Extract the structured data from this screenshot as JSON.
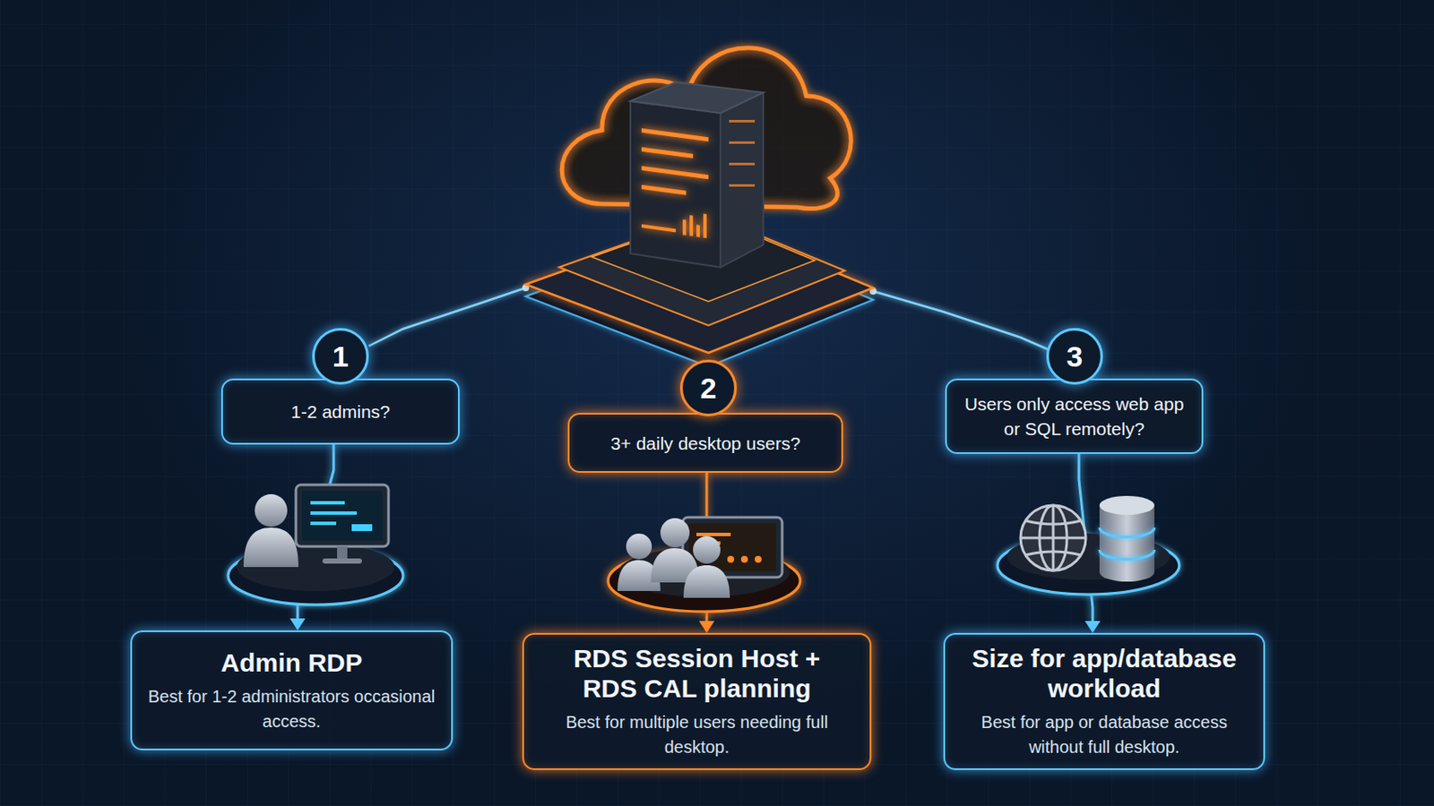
{
  "diagram": {
    "nodes": [
      {
        "text": [
          "1-2 admins?"
        ]
      },
      {
        "text": [
          "3+ daily desktop users?"
        ]
      },
      {
        "text": [
          "Users only access web app or SQL remotely?"
        ]
      },
      {
        "text": [
          "Admin RDP",
          "Best for 1-2 administrators occasional access."
        ]
      },
      {
        "text": [
          "RDS Session Host + RDS CAL planning",
          "Best for multiple users needing full desktop."
        ]
      },
      {
        "text": [
          "Size for app/database workload",
          "Best for app or database access without full desktop."
        ]
      }
    ],
    "edges": [
      {
        "from": 0,
        "to": 3,
        "arrow": "to"
      },
      {
        "from": 1,
        "to": 4,
        "arrow": "to"
      },
      {
        "from": 2,
        "to": 5,
        "arrow": "to"
      }
    ],
    "labels": [
      "1",
      "2",
      "3"
    ]
  }
}
